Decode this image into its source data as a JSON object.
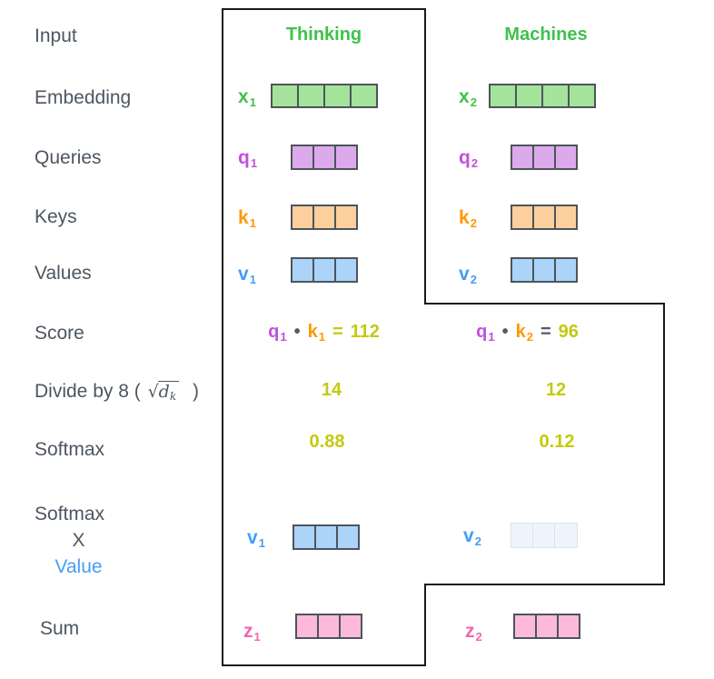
{
  "colors": {
    "green_label": "#3fc24b",
    "green_fill": "#a5e39c",
    "purple_label": "#c44fdd",
    "purple_fill": "#dcaaec",
    "orange_label": "#ff9800",
    "orange_fill": "#fccf9d",
    "blue_label": "#459df7",
    "blue_fill": "#abd4f8",
    "faded_fill": "#eff5fc",
    "faded_border": "#dbe3ed",
    "pink_label": "#f266b0",
    "pink_fill": "#fcb9dc",
    "yellow": "#c4c90e",
    "dark_text": "#4d5661",
    "eq_dark": "#555a60",
    "cell_border": "#4d545b",
    "outline": "#1a1a1a"
  },
  "sidebar": {
    "input": "Input",
    "embedding": "Embedding",
    "queries": "Queries",
    "keys": "Keys",
    "values": "Values",
    "score": "Score",
    "divide": {
      "prefix": "Divide by 8 (",
      "sqrt": "√",
      "radicand": "d",
      "sub": "k",
      "suffix": ")"
    },
    "softmax": "Softmax",
    "softmax_x_value": {
      "line1": "Softmax",
      "line2": "X",
      "line3": "Value"
    },
    "sum": "Sum"
  },
  "words": {
    "col1": "Thinking",
    "col2": "Machines"
  },
  "vectors": {
    "x1": {
      "label": "x",
      "sub": "1",
      "cells": 4,
      "color": "green"
    },
    "x2": {
      "label": "x",
      "sub": "2",
      "cells": 4,
      "color": "green"
    },
    "q1": {
      "label": "q",
      "sub": "1",
      "cells": 3,
      "color": "purple"
    },
    "q2": {
      "label": "q",
      "sub": "2",
      "cells": 3,
      "color": "purple"
    },
    "k1": {
      "label": "k",
      "sub": "1",
      "cells": 3,
      "color": "orange"
    },
    "k2": {
      "label": "k",
      "sub": "2",
      "cells": 3,
      "color": "orange"
    },
    "v1": {
      "label": "v",
      "sub": "1",
      "cells": 3,
      "color": "blue"
    },
    "v2": {
      "label": "v",
      "sub": "2",
      "cells": 3,
      "color": "blue"
    },
    "sv1": {
      "label": "v",
      "sub": "1",
      "cells": 3,
      "color": "blue"
    },
    "sv2": {
      "label": "v",
      "sub": "2",
      "cells": 3,
      "color": "faded",
      "label_color": "blue"
    },
    "z1": {
      "label": "z",
      "sub": "1",
      "cells": 3,
      "color": "pink"
    },
    "z2": {
      "label": "z",
      "sub": "2",
      "cells": 3,
      "color": "pink"
    }
  },
  "score": {
    "eq1": {
      "parts": [
        {
          "text": "q",
          "sub": "1",
          "color": "purple"
        },
        {
          "text": "•",
          "color": "dark"
        },
        {
          "text": "k",
          "sub": "1",
          "color": "orange"
        },
        {
          "text": "=",
          "color": "yellow"
        },
        {
          "text": "112",
          "color": "yellow"
        }
      ]
    },
    "eq2": {
      "parts": [
        {
          "text": "q",
          "sub": "1",
          "color": "purple"
        },
        {
          "text": "•",
          "color": "dark"
        },
        {
          "text": "k",
          "sub": "2",
          "color": "orange"
        },
        {
          "text": "=",
          "color": "dark"
        },
        {
          "text": "96",
          "color": "yellow"
        }
      ]
    }
  },
  "divide_values": {
    "col1": "14",
    "col2": "12"
  },
  "softmax_values": {
    "col1": "0.88",
    "col2": "0.12"
  }
}
